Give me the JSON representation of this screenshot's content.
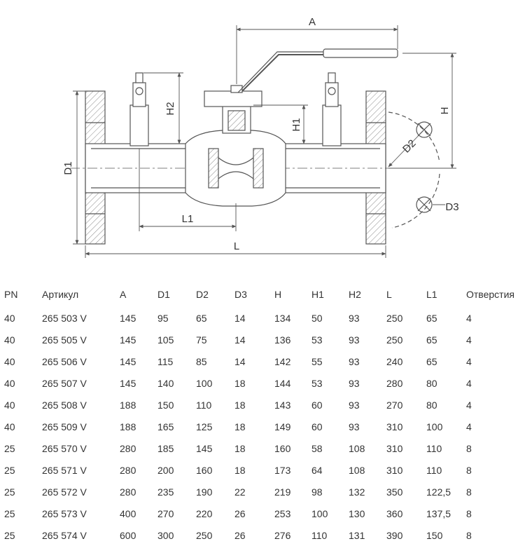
{
  "drawing": {
    "labels": {
      "a": "A",
      "h": "H",
      "h1": "H1",
      "h2": "H2",
      "d1": "D1",
      "d2": "D2",
      "d3": "D3",
      "l": "L",
      "l1": "L1"
    },
    "colors": {
      "line": "#555555",
      "hatch": "#888888"
    }
  },
  "table": {
    "headers": [
      "PN",
      "Артикул",
      "A",
      "D1",
      "D2",
      "D3",
      "H",
      "H1",
      "H2",
      "L",
      "L1",
      "Отверстия"
    ],
    "rows": [
      [
        "40",
        "265 503 V",
        "145",
        "95",
        "65",
        "14",
        "134",
        "50",
        "93",
        "250",
        "65",
        "4"
      ],
      [
        "40",
        "265 505 V",
        "145",
        "105",
        "75",
        "14",
        "136",
        "53",
        "93",
        "250",
        "65",
        "4"
      ],
      [
        "40",
        "265 506 V",
        "145",
        "115",
        "85",
        "14",
        "142",
        "55",
        "93",
        "240",
        "65",
        "4"
      ],
      [
        "40",
        "265 507 V",
        "145",
        "140",
        "100",
        "18",
        "144",
        "53",
        "93",
        "280",
        "80",
        "4"
      ],
      [
        "40",
        "265 508 V",
        "188",
        "150",
        "110",
        "18",
        "143",
        "60",
        "93",
        "270",
        "80",
        "4"
      ],
      [
        "40",
        "265 509 V",
        "188",
        "165",
        "125",
        "18",
        "149",
        "60",
        "93",
        "310",
        "100",
        "4"
      ],
      [
        "25",
        "265 570 V",
        "280",
        "185",
        "145",
        "18",
        "160",
        "58",
        "108",
        "310",
        "110",
        "8"
      ],
      [
        "25",
        "265 571 V",
        "280",
        "200",
        "160",
        "18",
        "173",
        "64",
        "108",
        "310",
        "110",
        "8"
      ],
      [
        "25",
        "265 572 V",
        "280",
        "235",
        "190",
        "22",
        "219",
        "98",
        "132",
        "350",
        "122,5",
        "8"
      ],
      [
        "25",
        "265 573 V",
        "400",
        "270",
        "220",
        "26",
        "253",
        "100",
        "130",
        "360",
        "137,5",
        "8"
      ],
      [
        "25",
        "265 574 V",
        "600",
        "300",
        "250",
        "26",
        "276",
        "110",
        "131",
        "390",
        "150",
        "8"
      ]
    ]
  }
}
